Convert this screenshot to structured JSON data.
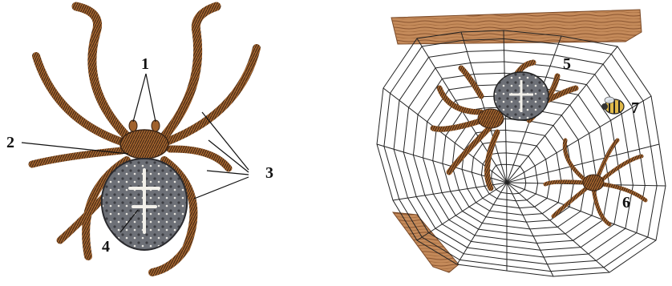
{
  "labels": {
    "l1": "1",
    "l2": "2",
    "l3": "3",
    "l4": "4",
    "l5": "5",
    "l6": "6",
    "l7": "7"
  },
  "colors": {
    "leg_brown": "#a0622d",
    "leg_dark": "#3b2414",
    "abdomen_gray": "#6d7077",
    "abdomen_dark": "#3c3d42",
    "wood": "#c48a5a",
    "web_line": "#222222",
    "background": "#ffffff"
  },
  "icons": {
    "left_figure": "spider-anatomy-illustration",
    "right_figure": "spider-on-web-illustration",
    "insect": "bee-icon"
  }
}
